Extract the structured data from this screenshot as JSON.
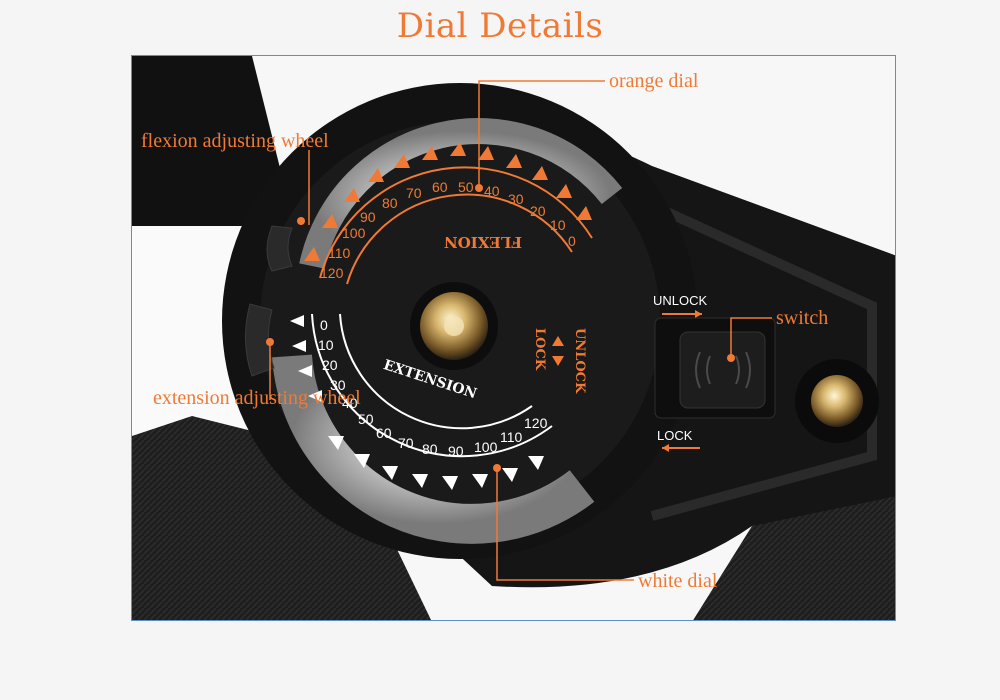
{
  "title": "Dial Details",
  "callouts": {
    "orange_dial": "orange dial",
    "flexion_wheel": "flexion adjusting wheel",
    "switch": "switch",
    "extension_wheel": "extension adjusting wheel",
    "white_dial": "white dial"
  },
  "dial": {
    "flexion_label": "FLEXION",
    "extension_label": "EXTENSION",
    "flexion_scale": [
      "120",
      "110",
      "100",
      "90",
      "80",
      "70",
      "60",
      "50",
      "40",
      "30",
      "20",
      "10",
      "0"
    ],
    "extension_scale": [
      "0",
      "10",
      "20",
      "30",
      "40",
      "50",
      "60",
      "70",
      "80",
      "90",
      "100",
      "110",
      "120"
    ],
    "unlock_lock_vertical": [
      "UNLOCK",
      "LOCK"
    ],
    "switch_unlock": "UNLOCK",
    "switch_lock": "LOCK"
  },
  "colors": {
    "accent": "#f07a35",
    "border": "#5a8fc8",
    "device": "#141414"
  }
}
